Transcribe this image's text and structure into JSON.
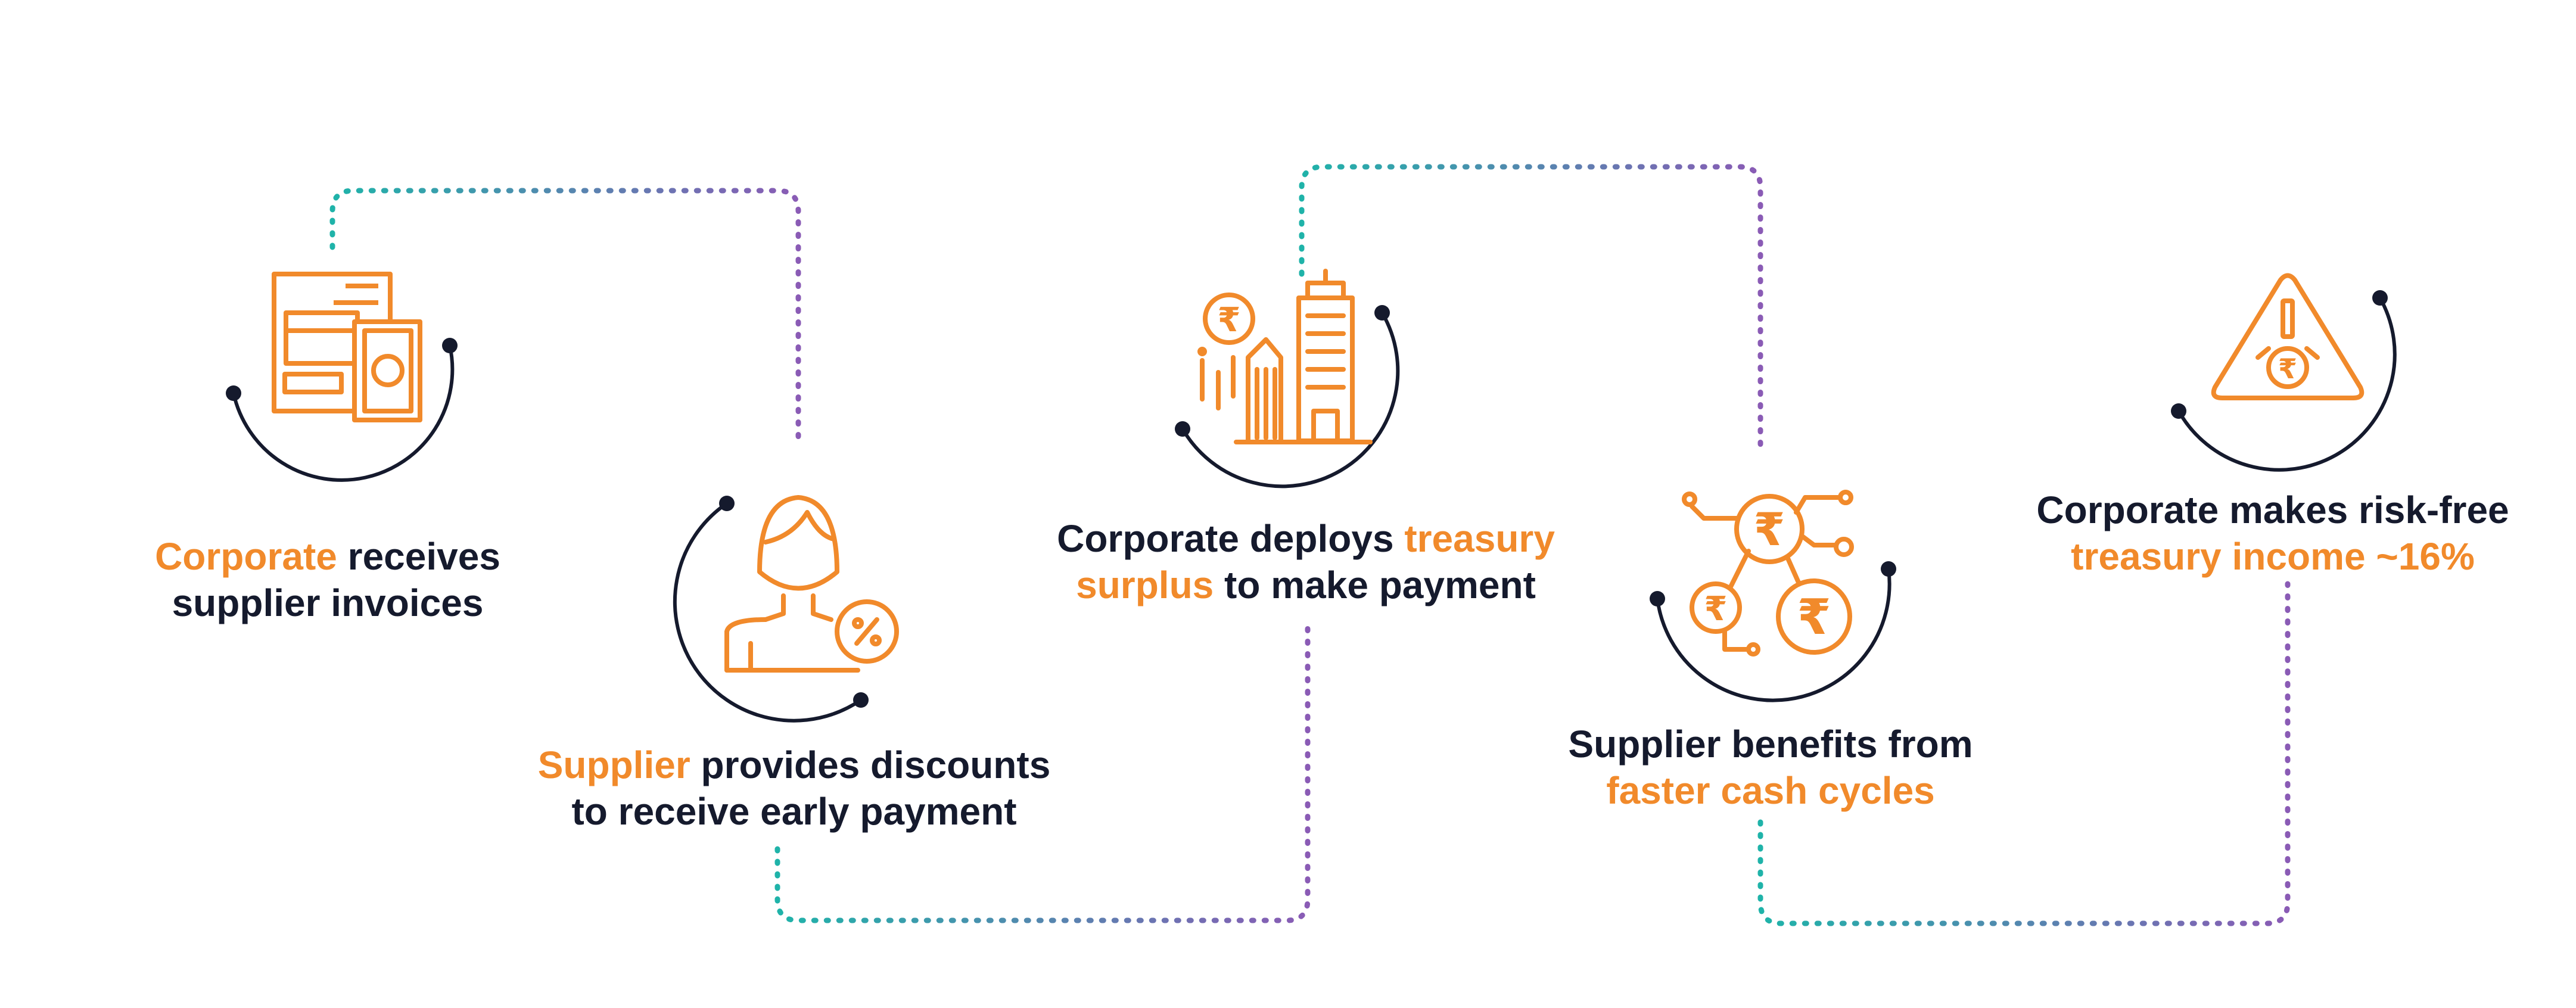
{
  "colors": {
    "accent": "#f18a2b",
    "text": "#151a2d",
    "arc": "#151a2d",
    "connector_teal": "#1fb3a9",
    "connector_purple": "#8a5bb5"
  },
  "steps": [
    {
      "icon": "invoice-documents-icon",
      "line1": [
        {
          "text": "Corporate",
          "hl": true
        },
        {
          "text": " receives",
          "hl": false
        }
      ],
      "line2": [
        {
          "text": "supplier invoices",
          "hl": false
        }
      ]
    },
    {
      "icon": "supplier-discount-icon",
      "line1": [
        {
          "text": "Supplier",
          "hl": true
        },
        {
          "text": " provides discounts",
          "hl": false
        }
      ],
      "line2": [
        {
          "text": "to receive early payment",
          "hl": false
        }
      ]
    },
    {
      "icon": "treasury-buildings-icon",
      "line1": [
        {
          "text": "Corporate deploys ",
          "hl": false
        },
        {
          "text": "treasury",
          "hl": true
        }
      ],
      "line2": [
        {
          "text": "surplus",
          "hl": true
        },
        {
          "text": " to make payment",
          "hl": false
        }
      ]
    },
    {
      "icon": "cash-cycle-network-icon",
      "line1": [
        {
          "text": "Supplier benefits from",
          "hl": false
        }
      ],
      "line2": [
        {
          "text": "faster cash cycles",
          "hl": true
        }
      ]
    },
    {
      "icon": "risk-warning-rupee-icon",
      "line1": [
        {
          "text": "Corporate makes risk-free",
          "hl": false
        }
      ],
      "line2": [
        {
          "text": "treasury income ~16%",
          "hl": true
        }
      ]
    }
  ]
}
